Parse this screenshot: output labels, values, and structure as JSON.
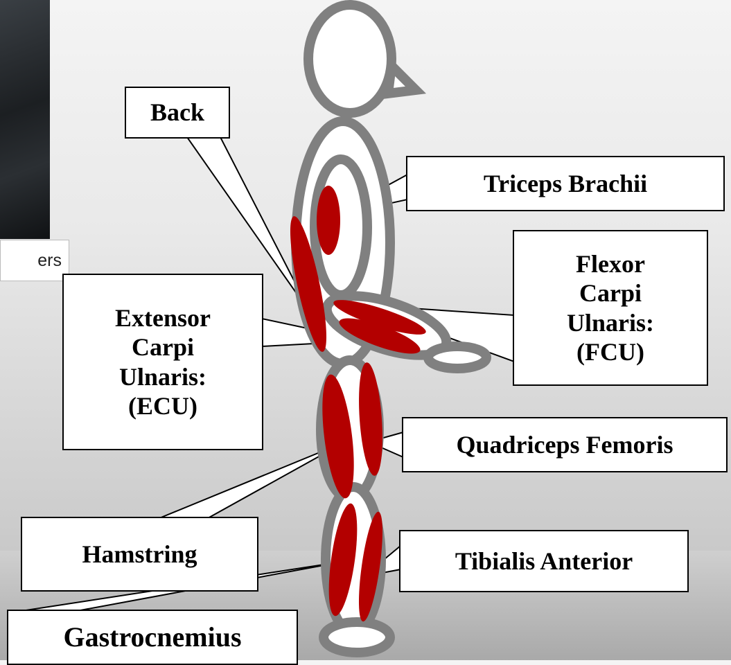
{
  "photo": {
    "caption": "ers"
  },
  "labels": {
    "back": "Back",
    "triceps": "Triceps Brachii",
    "fcu": [
      "Flexor",
      "Carpi",
      "Ulnaris:",
      "(FCU)"
    ],
    "ecu": [
      "Extensor",
      "Carpi",
      "Ulnaris:",
      "(ECU)"
    ],
    "quadriceps": "Quadriceps Femoris",
    "hamstring": "Hamstring",
    "tibialis": "Tibialis Anterior",
    "gastrocnemius": "Gastrocnemius"
  },
  "colors": {
    "muscle": "#b30000",
    "outline": "#808080",
    "callout_border": "#000000"
  }
}
